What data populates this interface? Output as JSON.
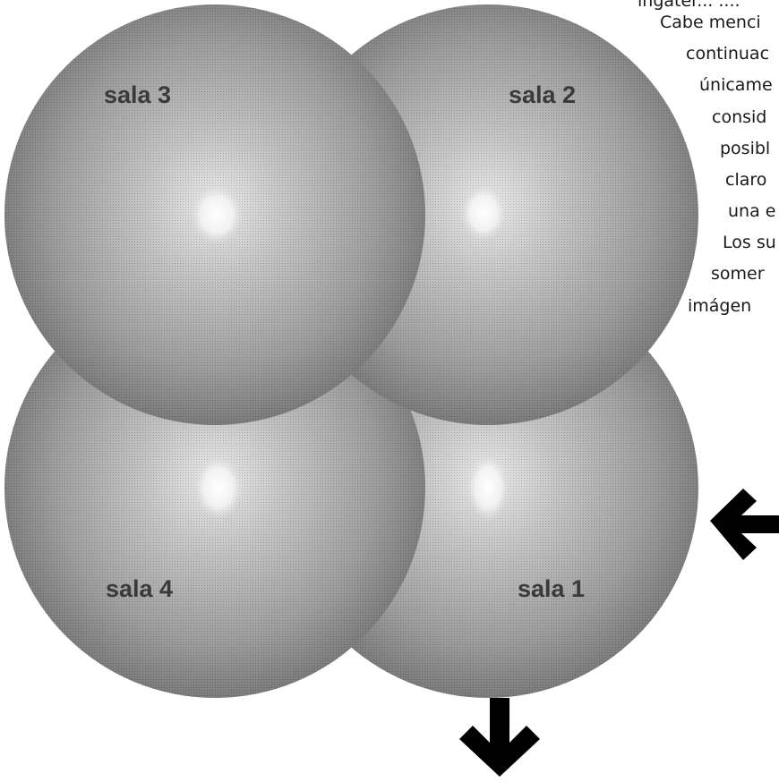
{
  "rooms": [
    {
      "id": "sala-1",
      "label": "sala 1"
    },
    {
      "id": "sala-2",
      "label": "sala 2"
    },
    {
      "id": "sala-3",
      "label": "sala 3"
    },
    {
      "id": "sala-4",
      "label": "sala 4"
    }
  ],
  "side_text_lines": [
    "ingater... ....",
    "Cabe menci",
    "continuac",
    "únicame",
    "consid",
    "posibl",
    "claro",
    "una e",
    "Los su",
    "somer",
    "imágen"
  ],
  "icons": {
    "left_arrow": "arrow-left-icon",
    "down_arrow": "arrow-down-icon"
  },
  "colors": {
    "sphere_light": "#d6d6d6",
    "sphere_mid": "#a8a8a8",
    "sphere_dark": "#6e6e6e",
    "arrow": "#000000"
  }
}
